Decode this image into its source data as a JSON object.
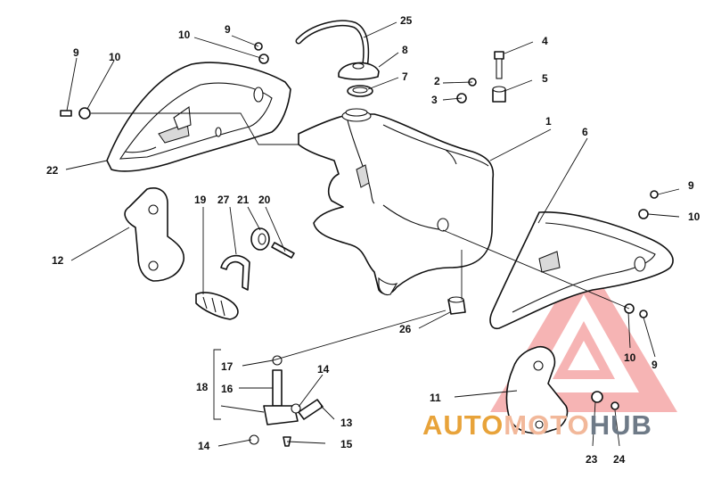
{
  "callouts": {
    "c1": "1",
    "c2": "2",
    "c3": "3",
    "c4": "4",
    "c5": "5",
    "c6": "6",
    "c7": "7",
    "c8": "8",
    "c9a": "9",
    "c9b": "9",
    "c9c": "9",
    "c9d": "9",
    "c10a": "10",
    "c10b": "10",
    "c10c": "10",
    "c10d": "10",
    "c11": "11",
    "c12": "12",
    "c13": "13",
    "c14a": "14",
    "c14b": "14",
    "c15": "15",
    "c16": "16",
    "c17": "17",
    "c18": "18",
    "c19": "19",
    "c20": "20",
    "c21": "21",
    "c22": "22",
    "c23": "23",
    "c24": "24",
    "c25": "25",
    "c26": "26",
    "c27": "27"
  },
  "watermark": {
    "part1": "AUTO",
    "part2": "MOTO",
    "part3": "HUB",
    "colors": {
      "auto": "#e8a33a",
      "moto": "#f2b89a",
      "hub": "#6e7a87",
      "triangle": "#e62828"
    }
  }
}
